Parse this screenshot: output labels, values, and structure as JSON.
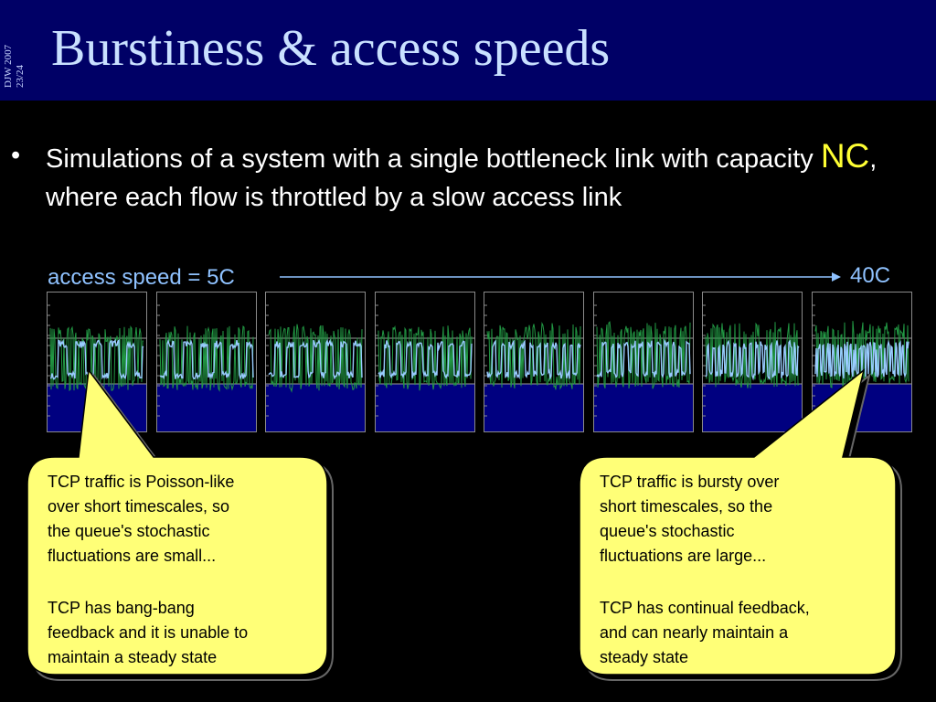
{
  "slide": {
    "side_label": [
      "DJW 2007",
      "23/24"
    ],
    "title": "Burstiness & access speeds",
    "bullet_symbol": "•",
    "bullet": {
      "before": "Simulations of a system with a single bottleneck link with capacity ",
      "highlight": "NC",
      "after": ", where each flow is throttled by a slow access link"
    },
    "colors": {
      "title_bar": "#000066",
      "title_text": "#c9e0ff",
      "background": "#000000",
      "highlight": "#ffff33",
      "access_label": "#8fc2ff",
      "callout_fill": "#ffff77",
      "queue_trace": "#99ccff",
      "rate_trace": "#229944",
      "plot_fill": "#000080"
    }
  },
  "access_axis": {
    "start_label": "access speed = 5C",
    "end_label": "40C"
  },
  "plots": [
    {
      "burstiness": 0.12
    },
    {
      "burstiness": 0.24
    },
    {
      "burstiness": 0.36
    },
    {
      "burstiness": 0.5
    },
    {
      "burstiness": 0.62
    },
    {
      "burstiness": 0.72
    },
    {
      "burstiness": 0.84
    },
    {
      "burstiness": 0.95
    }
  ],
  "callouts": {
    "left": {
      "para1": "TCP traffic is Poisson-like\nover short timescales, so\nthe queue's stochastic\nfluctuations are small...",
      "para2": "TCP has bang-bang\nfeedback and it is unable to\nmaintain a steady state"
    },
    "right": {
      "para1": "TCP traffic is bursty over\nshort timescales, so the\nqueue's stochastic\nfluctuations are large...",
      "para2": "TCP has continual feedback,\nand can nearly maintain a\nsteady state"
    }
  }
}
